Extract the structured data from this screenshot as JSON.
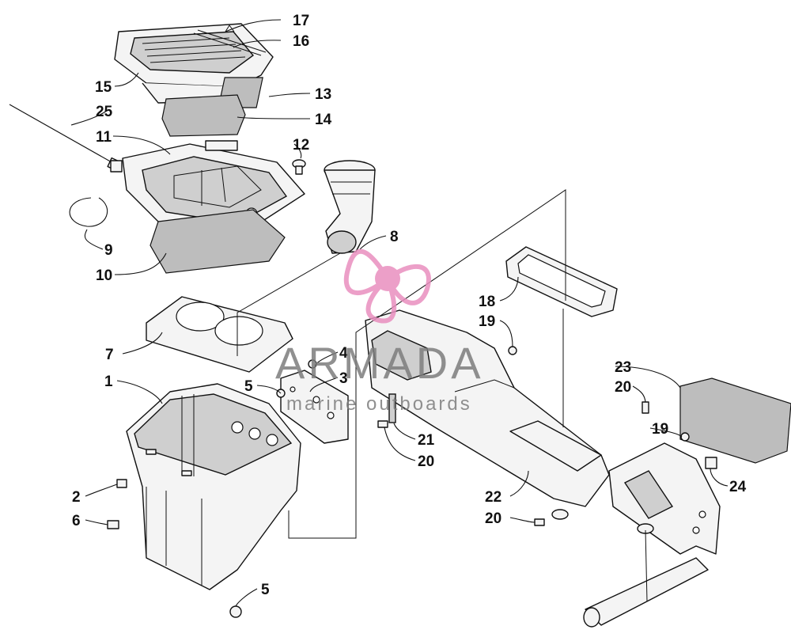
{
  "callouts": {
    "c1": "1",
    "c2": "2",
    "c3": "3",
    "c4": "4",
    "c5a": "5",
    "c5b": "5",
    "c6": "6",
    "c7": "7",
    "c8": "8",
    "c9": "9",
    "c10": "10",
    "c11": "11",
    "c12": "12",
    "c13": "13",
    "c14": "14",
    "c15": "15",
    "c16": "16",
    "c17": "17",
    "c18": "18",
    "c19a": "19",
    "c19b": "19",
    "c20a": "20",
    "c20b": "20",
    "c20c": "20",
    "c21": "21",
    "c22": "22",
    "c23": "23",
    "c24": "24",
    "c25": "25"
  },
  "watermark": {
    "brand": "ARMADA",
    "tagline": "marine outboards",
    "logo_color": "#e98fbf"
  }
}
